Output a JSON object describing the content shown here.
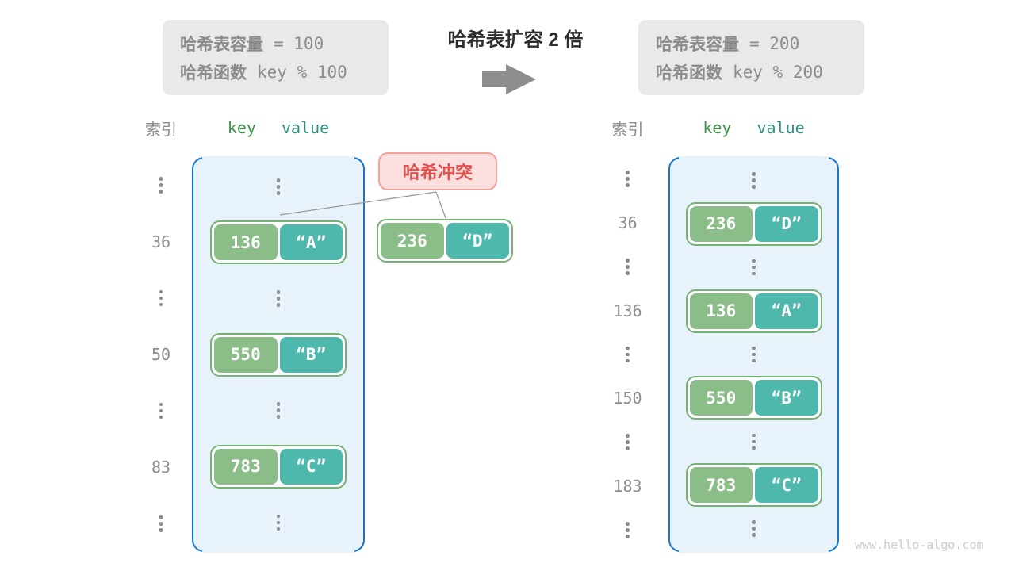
{
  "title": "哈希表扩容 2 倍",
  "notes": {
    "left": {
      "line1_label": "哈希表容量",
      "line1_code": "= 100",
      "line2_label": "哈希函数",
      "line2_code": "key % 100"
    },
    "right": {
      "line1_label": "哈希表容量",
      "line1_code": "= 200",
      "line2_label": "哈希函数",
      "line2_code": "key % 200"
    }
  },
  "collision": {
    "label": "哈希冲突",
    "pair": {
      "key": "236",
      "value": "“D”"
    }
  },
  "left_table": {
    "index_header": "索引",
    "key_header": "key",
    "value_header": "value",
    "rows": [
      {
        "type": "dots"
      },
      {
        "type": "pair",
        "index": "36",
        "key": "136",
        "value": "“A”"
      },
      {
        "type": "dots"
      },
      {
        "type": "pair",
        "index": "50",
        "key": "550",
        "value": "“B”"
      },
      {
        "type": "dots"
      },
      {
        "type": "pair",
        "index": "83",
        "key": "783",
        "value": "“C”"
      },
      {
        "type": "dots"
      }
    ]
  },
  "right_table": {
    "index_header": "索引",
    "key_header": "key",
    "value_header": "value",
    "rows": [
      {
        "type": "dots"
      },
      {
        "type": "pair",
        "index": "36",
        "key": "236",
        "value": "“D”"
      },
      {
        "type": "dots"
      },
      {
        "type": "pair",
        "index": "136",
        "key": "136",
        "value": "“A”"
      },
      {
        "type": "dots"
      },
      {
        "type": "pair",
        "index": "150",
        "key": "550",
        "value": "“B”"
      },
      {
        "type": "dots"
      },
      {
        "type": "pair",
        "index": "183",
        "key": "783",
        "value": "“C”"
      },
      {
        "type": "dots"
      }
    ]
  },
  "watermark": "www.hello-algo.com",
  "colors": {
    "note_bg": "#e9e9e9",
    "note_text": "#8c8c8c",
    "container_bg": "#e7f2fb",
    "container_border": "#1577d2",
    "pair_border": "#74b174",
    "key_bg": "#8bbd89",
    "value_bg": "#4eb8ad",
    "key_header": "#3d9447",
    "value_header": "#2b9082",
    "collision_bg": "#fbdede",
    "collision_border": "#f2a19e",
    "collision_text": "#e4504e",
    "arrow": "#8e8e8e",
    "connector": "#999999"
  }
}
